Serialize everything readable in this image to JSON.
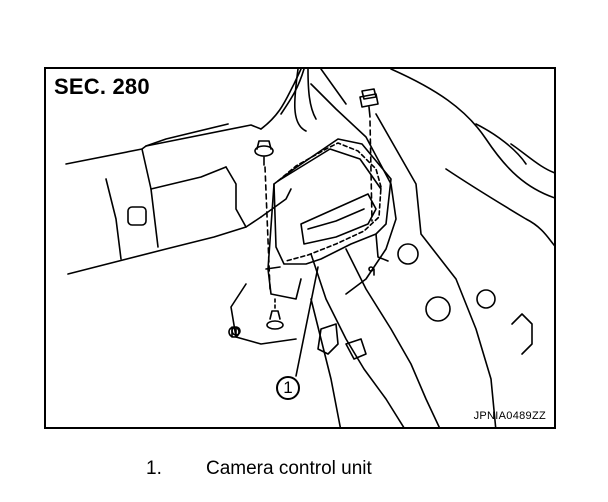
{
  "figure": {
    "section_label": "SEC. 280",
    "figure_code": "JPNIA0489ZZ",
    "callout": "1"
  },
  "legend": [
    {
      "number": "1.",
      "text": "Camera control unit"
    }
  ]
}
